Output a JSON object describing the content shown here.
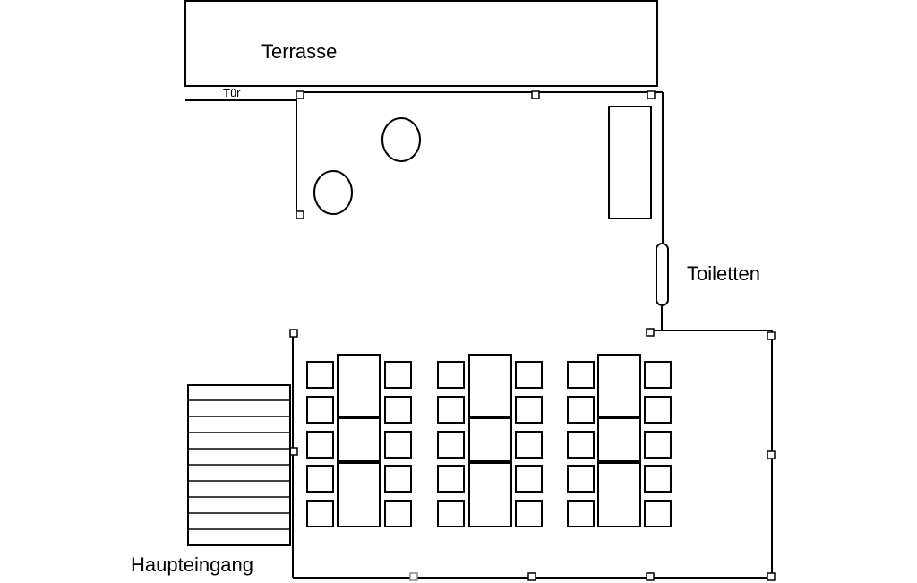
{
  "labels": {
    "terrace": "Terrasse",
    "door": "Tür",
    "toilets": "Toiletten",
    "main_entrance": "Haupteingang"
  },
  "colors": {
    "line": "#000000",
    "background": "#ffffff"
  }
}
